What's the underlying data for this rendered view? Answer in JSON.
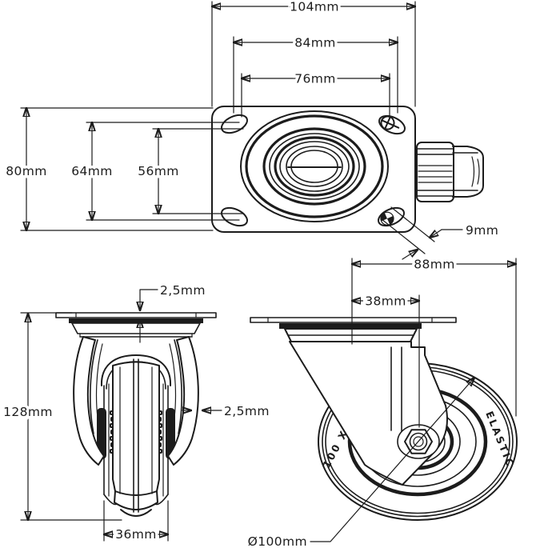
{
  "drawing": {
    "kind": "caster-technical-drawing",
    "background_color": "#ffffff",
    "line_color": "#1c1c1c",
    "views": {
      "top": {
        "dims": {
          "overall_width": "104mm",
          "hole_spacing_outer": "84mm",
          "hole_spacing_inner": "76mm",
          "overall_depth": "80mm",
          "hole_spacing_outer_v": "64mm",
          "hole_spacing_inner_v": "56mm",
          "slot_width": "9mm"
        }
      },
      "front": {
        "dims": {
          "plate_thickness": "2,5mm",
          "total_height": "128mm",
          "wall_thickness": "2,5mm",
          "wheel_width": "36mm"
        }
      },
      "side": {
        "dims": {
          "plate_length": "88mm",
          "swivel_offset": "38mm",
          "wheel_diameter": "Ø100mm"
        },
        "wheel_markings": {
          "size": "100 X 36",
          "brand": "ELASTIC"
        }
      }
    }
  }
}
